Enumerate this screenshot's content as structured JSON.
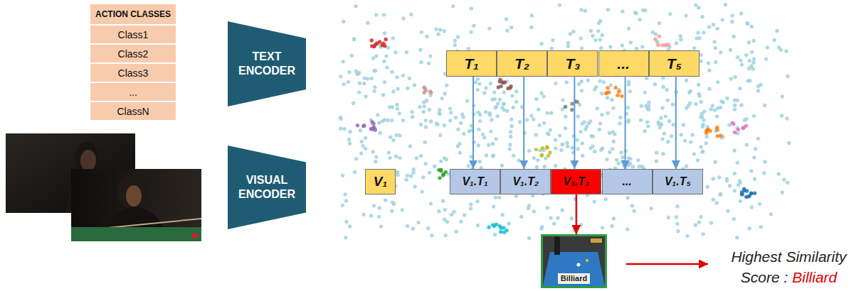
{
  "diagram": {
    "nodes": [
      {
        "text": [
          "ACTION CLASSES"
        ]
      },
      {
        "text": [
          "Class1"
        ]
      },
      {
        "text": [
          "Class2"
        ]
      },
      {
        "text": [
          "Class3"
        ]
      },
      {
        "text": [
          "..."
        ]
      },
      {
        "text": [
          "ClassN"
        ]
      },
      {
        "text": [
          "TEXT ENCODER"
        ]
      },
      {
        "text": [
          "VISUAL ENCODER"
        ]
      },
      {
        "text": [
          "T₁"
        ]
      },
      {
        "text": [
          "T₂"
        ]
      },
      {
        "text": [
          "T₃"
        ]
      },
      {
        "text": [
          "..."
        ]
      },
      {
        "text": [
          "T₅"
        ]
      },
      {
        "text": [
          "V₁"
        ]
      },
      {
        "text": [
          "V₁.T₁"
        ]
      },
      {
        "text": [
          "V₁.T₂"
        ]
      },
      {
        "text": [
          "V₁.T₃"
        ]
      },
      {
        "text": [
          "..."
        ]
      },
      {
        "text": [
          "V₁.T₅"
        ]
      },
      {
        "text": [
          "Billiard"
        ]
      }
    ],
    "edges": [
      {
        "from": 8,
        "to": 14,
        "arrow": "to"
      },
      {
        "from": 9,
        "to": 15,
        "arrow": "to"
      },
      {
        "from": 10,
        "to": 16,
        "arrow": "to"
      },
      {
        "from": 11,
        "to": 17,
        "arrow": "to"
      },
      {
        "from": 12,
        "to": 18,
        "arrow": "to"
      },
      {
        "from": 16,
        "to": 19,
        "arrow": "to"
      }
    ],
    "labels": [
      "Highest Similarity Score :",
      "Billiard"
    ]
  }
}
